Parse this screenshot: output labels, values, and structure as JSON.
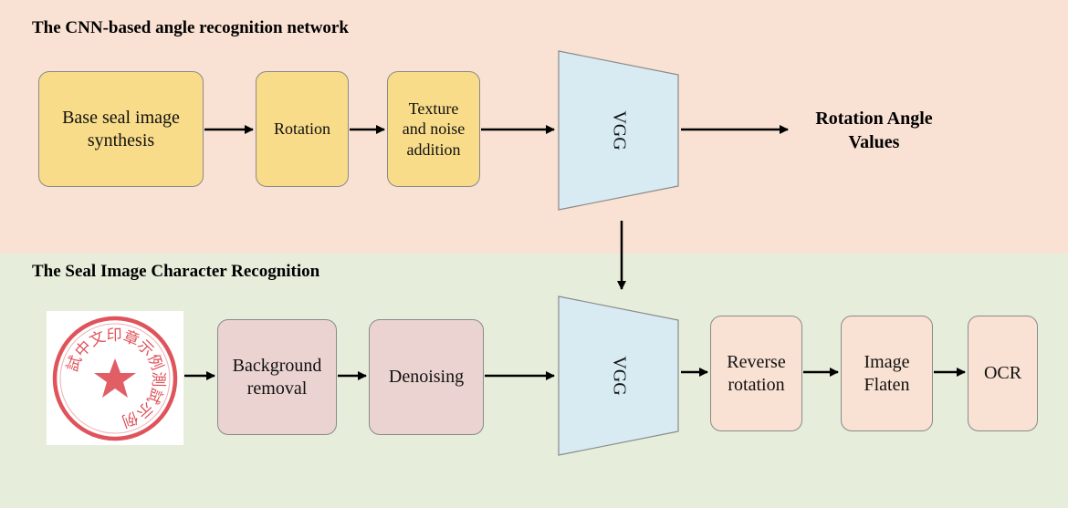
{
  "top_section": {
    "title": "The CNN-based angle recognition network",
    "steps": [
      "Base seal image synthesis",
      "Rotation",
      "Texture and noise addition"
    ],
    "model": "VGG",
    "output": "Rotation Angle Values"
  },
  "bottom_section": {
    "title": "The Seal Image Character Recognition",
    "input_image": "seal-image",
    "seal_glyphs": [
      "試",
      "中",
      "文",
      "印",
      "章",
      "示",
      "例",
      "測",
      "試",
      "示",
      "例"
    ],
    "steps_before": [
      "Background removal",
      "Denoising"
    ],
    "model": "VGG",
    "steps_after": [
      "Reverse rotation",
      "Image Flaten",
      "OCR"
    ]
  },
  "colors": {
    "top_panel": "#f9e1d3",
    "bottom_panel": "#e6eedb",
    "yellow_box": "#f8dc8a",
    "pink_box": "#ead3d0",
    "peach_box": "#f9e1d3",
    "vgg_fill": "#d8ebf2",
    "seal_red": "#d9363e"
  }
}
